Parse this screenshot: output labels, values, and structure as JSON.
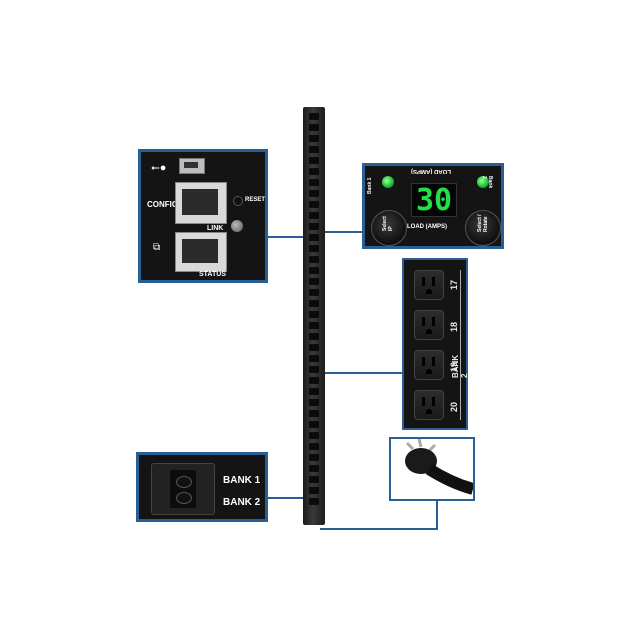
{
  "network_panel": {
    "config_label": "CONFIG",
    "reset_label": "RESET",
    "link_label": "LINK",
    "status_label": "STATUS",
    "usb_icon": "usb-icon",
    "network_icon": "network-icon"
  },
  "display_panel": {
    "bank1_label": "Bank 1",
    "bank2_label": "Bank 2",
    "load_value": "30",
    "load_label": "LOAD (AMPS)",
    "load_label_mirrored": "LOAD (AMPS)",
    "select_ip_label": "Select IP",
    "select_rotate_label": "Select / Rotate"
  },
  "outlet_panel": {
    "bank_label": "BANK 2",
    "outlet_numbers": [
      "17",
      "18",
      "19",
      "20"
    ]
  },
  "breaker_panel": {
    "bank1_label": "BANK 1",
    "bank2_label": "BANK 2"
  },
  "colors": {
    "border": "#2a5f94",
    "panel_bg": "#141414",
    "led": "#1fc13a",
    "digits": "#22e04a"
  }
}
